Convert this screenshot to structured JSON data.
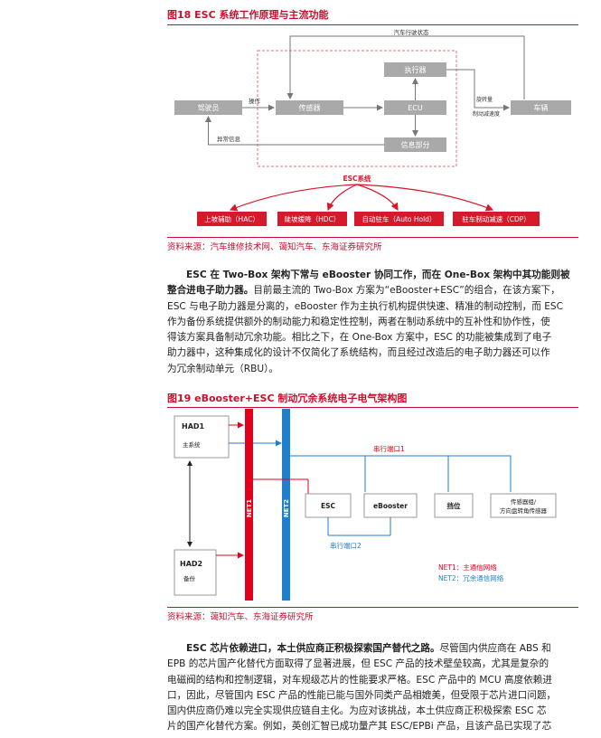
{
  "fig18": {
    "title": "图18 ESC 系统工作原理与主流功能",
    "nodes": {
      "driver": "驾驶员",
      "sensor": "传感器",
      "actuator": "执行器",
      "ecu": "ECU",
      "info": "信息部分",
      "vehicle": "车辆"
    },
    "edge_labels": {
      "operate": "操作",
      "abnormal": "异常信息",
      "vehicle_status": "汽车行驶状态",
      "rotation": "旋转量",
      "brake": "制动减速度"
    },
    "system_label": "ESC系统",
    "functions": [
      "上坡辅助（HAC）",
      "陡坡缓降（HDC）",
      "自动驻车（Auto Hold）",
      "驻车制动减速（CDP）"
    ],
    "source": "资料来源：汽车维修技术网、蔼知汽车、东海证券研究所"
  },
  "para1": {
    "bold": "ESC 在 Two-Box 架构下常与 eBooster 协同工作，而在 One-Box 架构中其功能则被整合进电子助力器。",
    "lines": [
      "整合进电子助力器。目前最主流的 Two-Box 方案为“eBooster+ESC”的组合，在该方案下，",
      "ESC 与电子助力器是分离的，eBooster 作为主执行机构提供快速、精准的制动控制，而 ESC",
      "作为备份系统提供额外的制动能力和稳定性控制，两者在制动系统中的互补性和协作性，使",
      "得该方案具备制动冗余功能。相比之下，在 One-Box 方案中，ESC 的功能被集成到了电子",
      "助力器中，这种集成化的设计不仅简化了系统结构，而且经过改造后的电子助力器还可以作",
      "为冗余制动单元（RBU）。"
    ],
    "line1_bold": "ESC 在 Two-Box 架构下常与 eBooster 协同工作，而在 One-Box 架构中其功能则被",
    "line2_bold": "整合进电子助力器。",
    "line2_rest": "目前最主流的 Two-Box 方案为“eBooster+ESC”的组合，在该方案下，"
  },
  "fig19": {
    "title": "图19 eBooster+ESC 制动冗余系统电子电气架构图",
    "had1": "HAD1",
    "had1_sub": "主系统",
    "had2": "HAD2",
    "had2_sub": "备份",
    "net1": "NET1",
    "net2": "NET2",
    "serial1": "串行端口1",
    "serial2": "串行端口2",
    "esc": "ESC",
    "ebooster": "eBooster",
    "gear": "挡位",
    "sensor_line1": "传感器组/",
    "sensor_line2": "方向盘转角传感器",
    "legend_net1": "NET1：主通信网络",
    "legend_net2": "NET2：冗余通信网络",
    "source": "资料来源：蔼知汽车、东海证券研究所"
  },
  "para2": {
    "line1_bold": "ESC 芯片依赖进口，本土供应商正积极探索国产替代之路。",
    "line1_rest": "尽管国内供应商在 ABS 和",
    "lines": [
      "EPB 的芯片国产化替代方面取得了显著进展，但 ESC 产品的技术壁垒较高，尤其是复杂的",
      "电磁阀的结构和控制逻辑，对车规级芯片的性能要求严格。ESC 产品中的 MCU 高度依赖进",
      "口，因此，尽管国内 ESC 产品的性能已能与国外同类产品相媲美，但受限于芯片进口问题，",
      "国内供应商仍难以完全实现供应链自主化。为应对该挑战，本土供应商正积极探索 ESC 芯",
      "片的国产化替代方案。例如，英创汇智已成功量产其 ESC/EPBi 产品，且该产品已实现了芯"
    ]
  },
  "colors": {
    "accent": "#c8102e",
    "net1": "#e3001b",
    "net2": "#1f7fcf",
    "gray_box": "#a9a9a9",
    "func_box": "#d7192c"
  }
}
